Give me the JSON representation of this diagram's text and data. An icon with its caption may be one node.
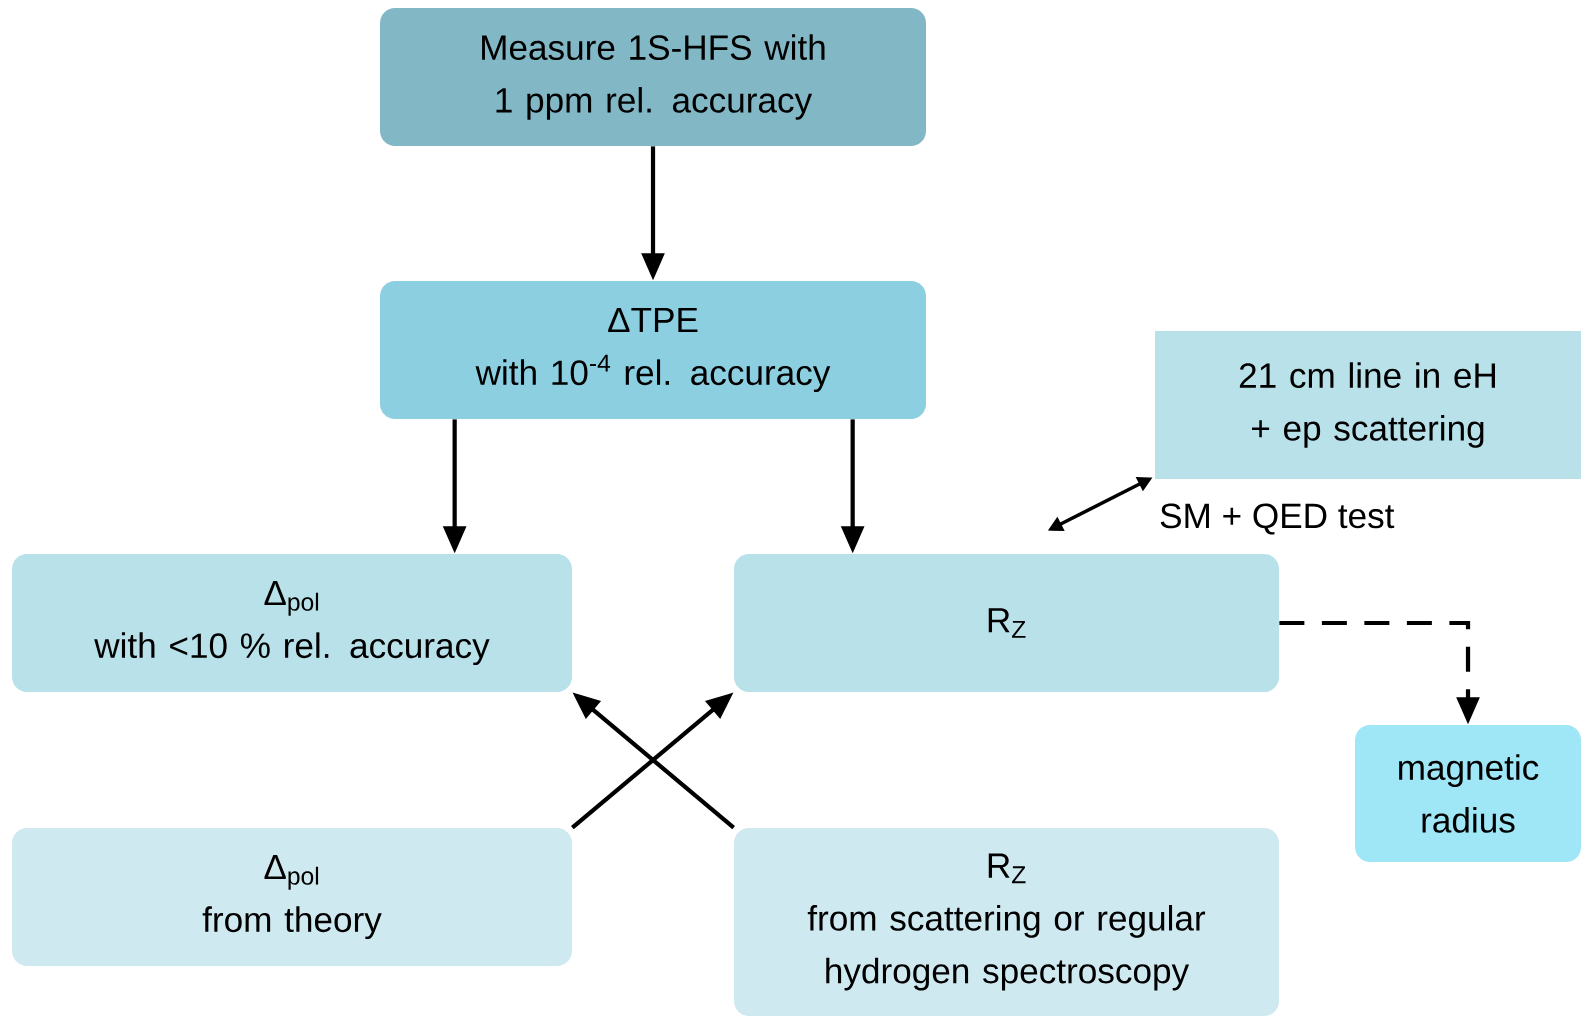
{
  "diagram": {
    "nodes": [
      {
        "text": [
          "Measure 1S-HFS with 1 ppm rel. accuracy"
        ]
      },
      {
        "text": [
          "ΔTPE",
          "with  10$^{-4}$ rel. accuracy"
        ]
      },
      {
        "text": [
          "21 cm line in eH + ep scattering"
        ]
      },
      {
        "text": [
          "Δ$_{pol}$",
          "with <10 % rel. accuracy"
        ]
      },
      {
        "text": [
          "R$_{Z}$"
        ]
      },
      {
        "text": [
          "magnetic radius"
        ]
      },
      {
        "text": [
          "Δ$_{pol}$",
          "from theory"
        ]
      },
      {
        "text": [
          "R$_{Z}$",
          "from scattering or regular hydrogen spectroscopy"
        ]
      }
    ],
    "edges": [
      {
        "from": 0,
        "to": 1,
        "arrow": "to"
      },
      {
        "from": 1,
        "to": 3,
        "arrow": "to"
      },
      {
        "from": 1,
        "to": 4,
        "arrow": "to"
      },
      {
        "from": 4,
        "to": 2,
        "arrow": "both",
        "label": "SM + QED test"
      },
      {
        "from": 4,
        "to": 5,
        "arrow": "to",
        "style": "dashed"
      },
      {
        "from": 6,
        "to": 4,
        "arrow": "to"
      },
      {
        "from": 7,
        "to": 3,
        "arrow": "to"
      }
    ]
  }
}
